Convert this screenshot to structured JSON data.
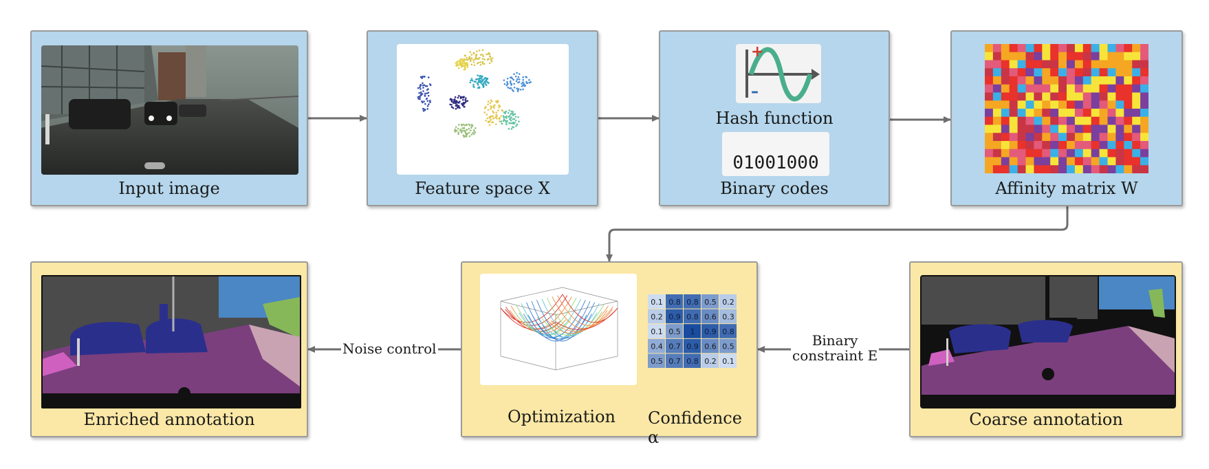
{
  "panels": {
    "input": {
      "caption": "Input image"
    },
    "feature": {
      "caption": "Feature space X"
    },
    "hash": {
      "title": "Hash function",
      "xor": "⊕",
      "code": "01001000",
      "caption": "Binary codes"
    },
    "affinity": {
      "caption": "Affinity matrix W"
    },
    "optim": {
      "caption1": "Optimization",
      "caption2": "Confidence α"
    },
    "coarse": {
      "caption": "Coarse annotation"
    },
    "enriched": {
      "caption": "Enriched annotation"
    }
  },
  "edges": {
    "noise": "Noise control",
    "binary_line1": "Binary",
    "binary_line2": "constraint E"
  },
  "confidence_matrix": [
    [
      "0.1",
      "0.8",
      "0.8",
      "0.5",
      "0.2"
    ],
    [
      "0.2",
      "0.9",
      "0.8",
      "0.6",
      "0.3"
    ],
    [
      "0.1",
      "0.5",
      "1",
      "0.9",
      "0.8"
    ],
    [
      "0.4",
      "0.7",
      "0.9",
      "0.6",
      "0.5"
    ],
    [
      "0.5",
      "0.7",
      "0.8",
      "0.2",
      "0.1"
    ]
  ],
  "colors": {
    "blue_panel": "#b5d6ec",
    "yellow_panel": "#fbe8a6",
    "arrow": "#6e6e6e",
    "seg_purple": "#7b3f7e",
    "seg_navy": "#2b2f8c",
    "seg_sky": "#4a87c4",
    "seg_gray": "#4b4b4b"
  }
}
